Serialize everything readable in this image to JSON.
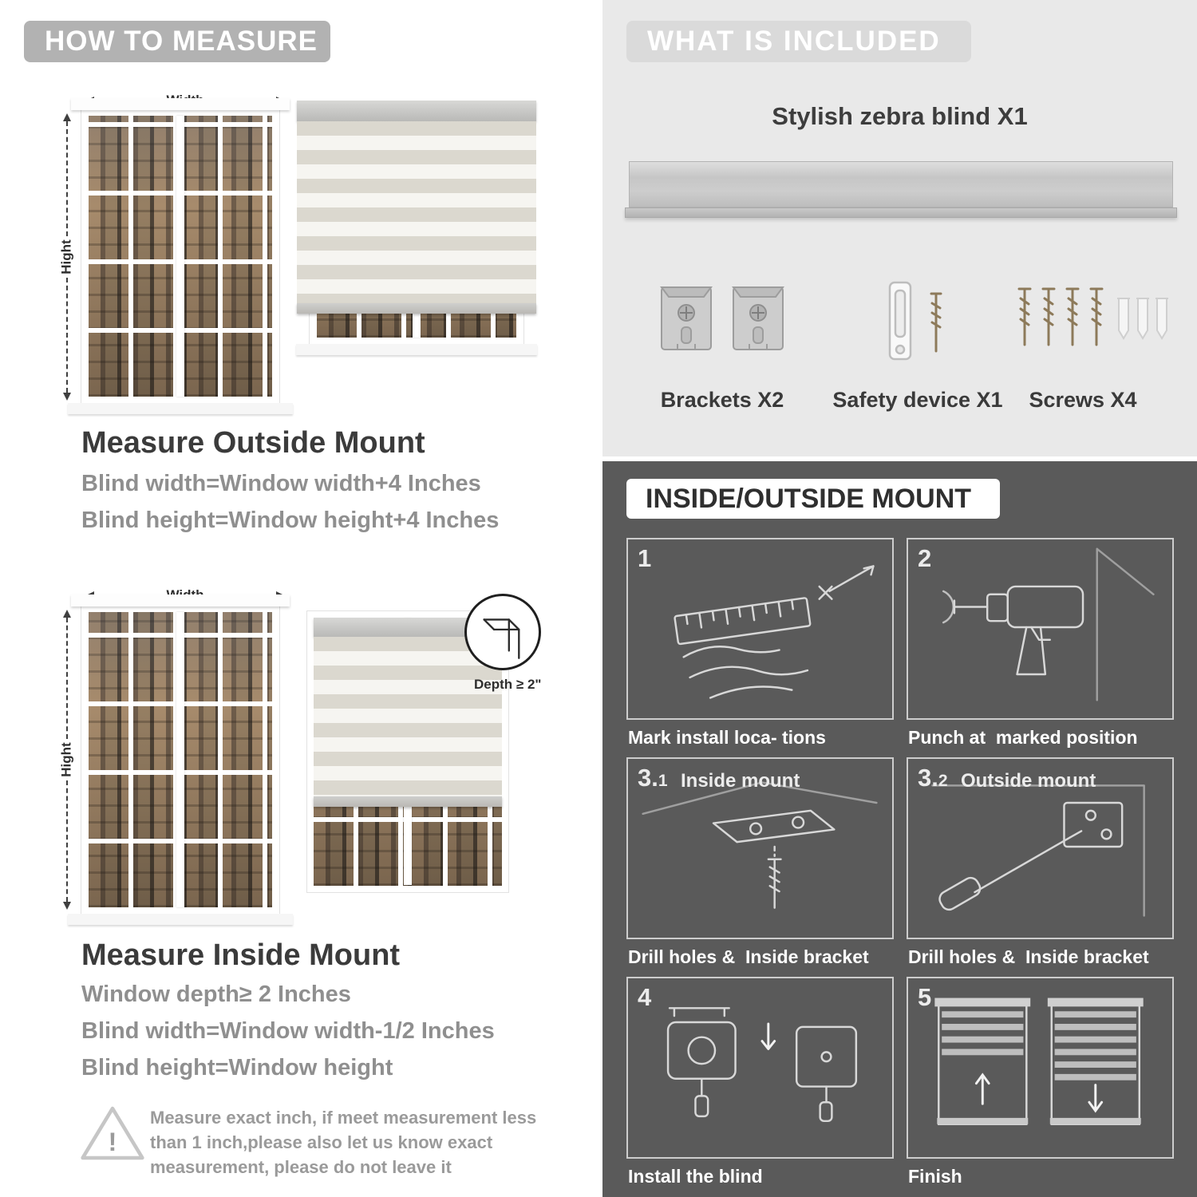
{
  "left": {
    "banner": "HOW TO MEASURE",
    "outside": {
      "width_label": "Width",
      "height_label": "Hight",
      "heading": "Measure Outside Mount",
      "line1": "Blind width=Window width+4 Inches",
      "line2": "Blind height=Window height+4 Inches"
    },
    "inside": {
      "width_label": "Width",
      "height_label": "Hight",
      "depth_label": "Depth ≥ 2\"",
      "heading": "Measure Inside Mount",
      "line1": "Window depth≥ 2 Inches",
      "line2": "Blind width=Window width-1/2 Inches",
      "line3": "Blind height=Window height"
    },
    "note": "Measure exact inch, if meet measurement less than 1 inch,please also let us know exact measurement, please do not leave it",
    "warning_mark": "!"
  },
  "right": {
    "included": {
      "banner": "WHAT IS INCLUDED",
      "blind_title": "Stylish zebra blind X1",
      "items": [
        {
          "label": "Brackets X2"
        },
        {
          "label": "Safety device X1"
        },
        {
          "label": "Screws X4"
        }
      ]
    },
    "mount": {
      "heading": "INSIDE/OUTSIDE MOUNT",
      "steps": [
        {
          "num": "1",
          "sub": "",
          "title": "",
          "caption": "Mark install loca- tions"
        },
        {
          "num": "2",
          "sub": "",
          "title": "",
          "caption": "Punch at  marked position"
        },
        {
          "num": "3.",
          "sub": "1",
          "title": "Inside mount",
          "caption": "Drill holes &  Inside bracket"
        },
        {
          "num": "3.",
          "sub": "2",
          "title": "Outside mount",
          "caption": "Drill holes &  Inside bracket"
        },
        {
          "num": "4",
          "sub": "",
          "title": "",
          "caption": "Install the blind"
        },
        {
          "num": "5",
          "sub": "",
          "title": "",
          "caption": "Finish"
        }
      ]
    }
  },
  "colors": {
    "banner_gray": "#b2b2b2",
    "banner_light": "#dadada",
    "panel_light": "#e9e9e9",
    "panel_dark": "#5a5a5a",
    "heading_dark": "#3b3b3b",
    "body_gray": "#8f8f8f"
  }
}
